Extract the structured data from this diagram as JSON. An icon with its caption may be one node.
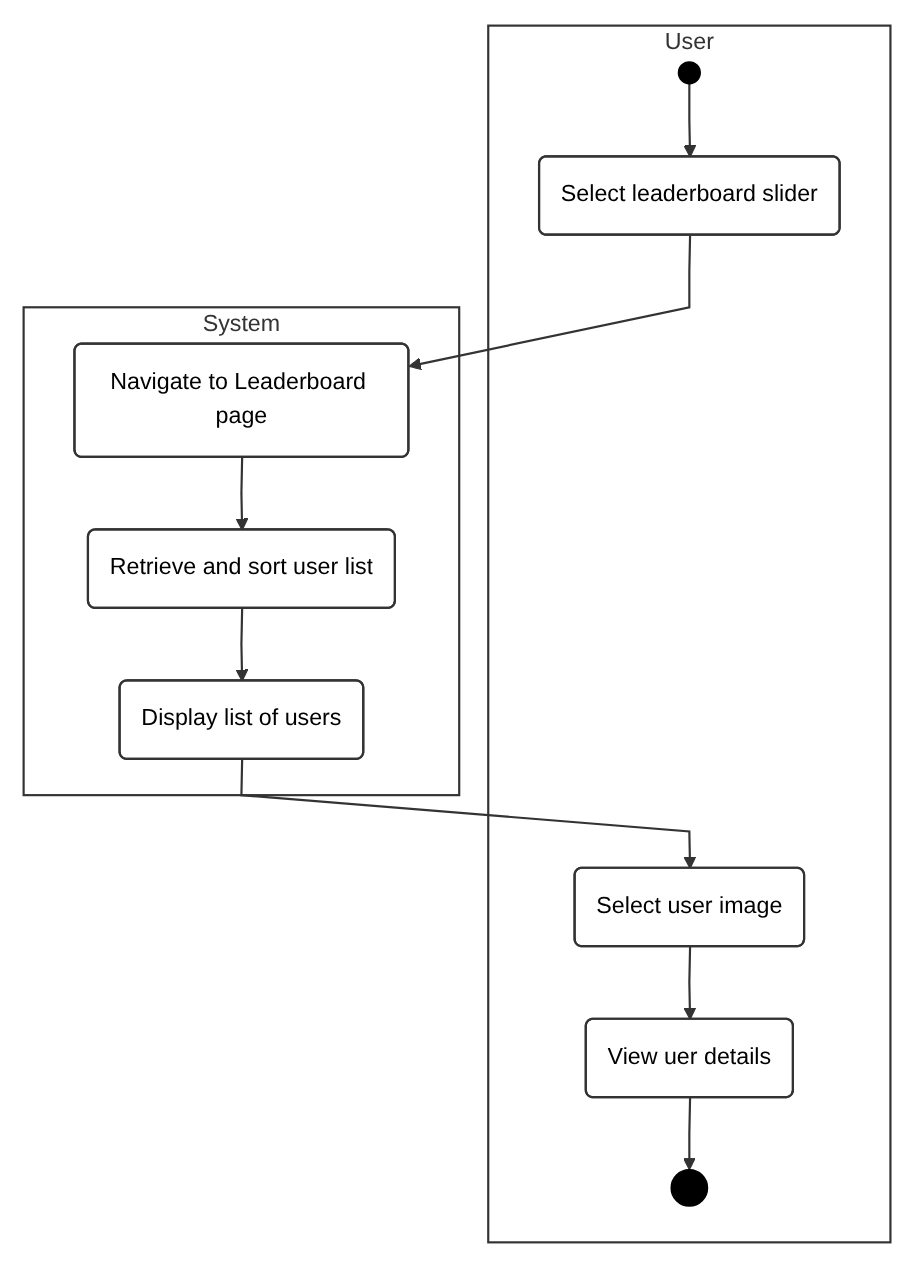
{
  "diagram": {
    "nodes": [
      {
        "text": [
          "User"
        ]
      },
      {
        "text": [
          "System"
        ]
      },
      {
        "text": [],
        "shape": "circle",
        "in": 0
      },
      {
        "text": [
          "Select leaderboard slider"
        ],
        "in": 0
      },
      {
        "text": [
          "Navigate to Leaderboard page"
        ],
        "in": 1
      },
      {
        "text": [
          "Retrieve and sort user list"
        ],
        "in": 1
      },
      {
        "text": [
          "Display list of users"
        ],
        "in": 1
      },
      {
        "text": [
          "Select user image"
        ],
        "in": 0
      },
      {
        "text": [
          "View uer details"
        ],
        "in": 0
      },
      {
        "text": [],
        "shape": "circle",
        "in": 0
      }
    ],
    "edges": [
      {
        "from": 2,
        "to": 3,
        "arrow": "to"
      },
      {
        "from": 3,
        "to": 4,
        "arrow": "to"
      },
      {
        "from": 4,
        "to": 5,
        "arrow": "to"
      },
      {
        "from": 5,
        "to": 6,
        "arrow": "to"
      },
      {
        "from": 6,
        "to": 7,
        "arrow": "to"
      },
      {
        "from": 7,
        "to": 8,
        "arrow": "to"
      },
      {
        "from": 8,
        "to": 9,
        "arrow": "to"
      }
    ]
  }
}
